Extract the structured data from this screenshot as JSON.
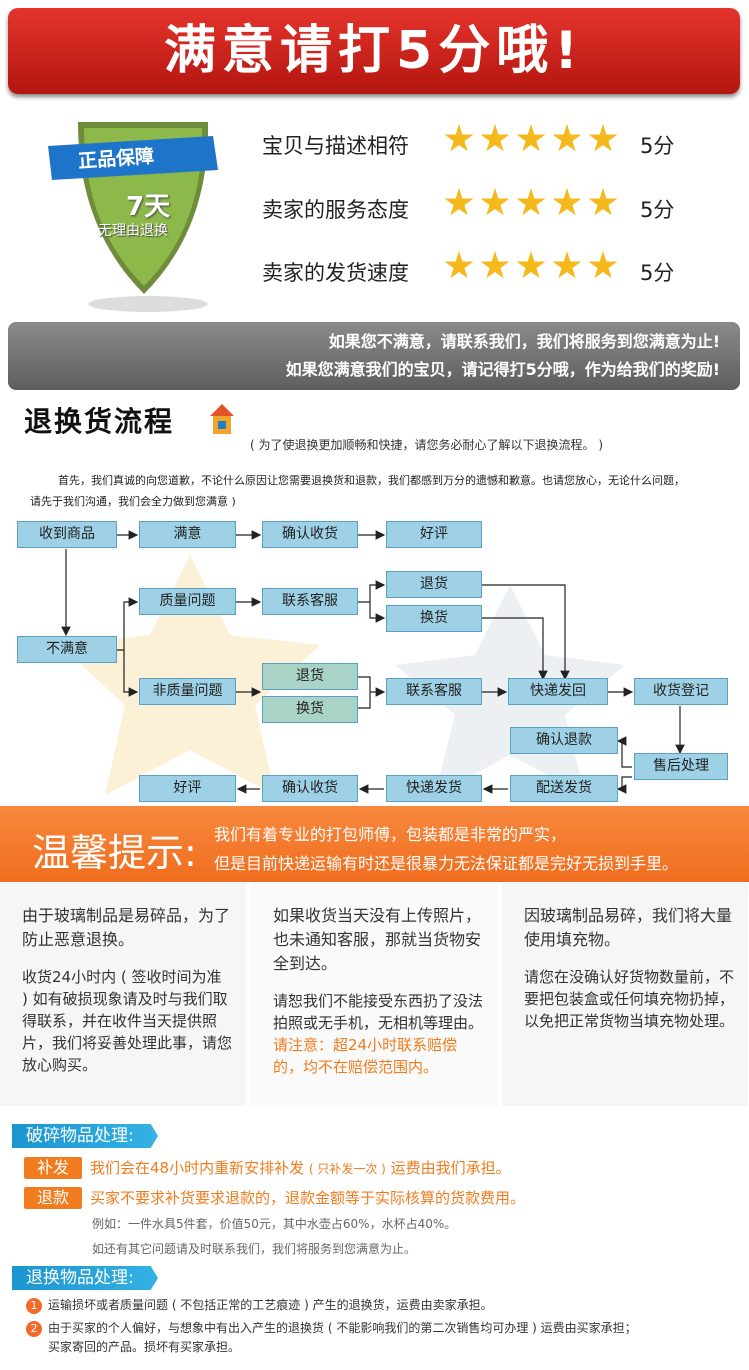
{
  "banner": {
    "title": "满意请打5分哦!"
  },
  "shield": {
    "line1": "正品保障",
    "line2": "7天",
    "line3": "无理由退换"
  },
  "ratings": [
    {
      "label": "宝贝与描述相符",
      "stars": 5,
      "score": "5分"
    },
    {
      "label": "卖家的服务态度",
      "stars": 5,
      "score": "5分"
    },
    {
      "label": "卖家的发货速度",
      "stars": 5,
      "score": "5分"
    }
  ],
  "notice": {
    "line1": "如果您不满意，请联系我们，我们将服务到您满意为止!",
    "line2": "如果您满意我们的宝贝，请记得打5分哦，作为给我们的奖励!"
  },
  "process": {
    "title": "退换货流程",
    "subtitle": "( 为了使退换更加顺畅和快捷，请您务必耐心了解以下退换流程。 )",
    "intro": "首先，我们真诚的向您道歉，不论什么原因让您需要退换货和退款，我们都感到万分的遗憾和歉意。也请您放心，无论什么问题，请先于我们沟通，我们会全力做到您满意 )"
  },
  "flow": {
    "received": "收到商品",
    "satisfied": "满意",
    "confirm1": "确认收货",
    "review1": "好评",
    "unsatisfied": "不满意",
    "quality": "质量问题",
    "contact1": "联系客服",
    "return1": "退货",
    "exchange1": "换货",
    "nonquality": "非质量问题",
    "return2": "退货",
    "exchange2": "换货",
    "contact2": "联系客服",
    "ship_back": "快递发回",
    "register": "收货登记",
    "confirm_refund": "确认退款",
    "after_sale": "售后处理",
    "deliver": "配送发货",
    "express_ship": "快递发货",
    "confirm2": "确认收货",
    "review2": "好评"
  },
  "tips": {
    "title": "温馨提示:",
    "line1": "我们有着专业的打包师傅，包装都是非常的严实，",
    "line2": "但是目前快递运输有时还是很暴力无法保证都是完好无损到手里。",
    "col1": {
      "head": "由于玻璃制品是易碎品，为了防止恶意退换。",
      "body": "收货24小时内 ( 签收时间为准 ) 如有破损现象请及时与我们取得联系，并在收件当天提供照片，我们将妥善处理此事，请您放心购买。"
    },
    "col2": {
      "head": "如果收货当天没有上传照片，也未通知客服，那就当货物安全到达。",
      "body": "请恕我们不能接受东西扔了没法拍照或无手机，无相机等理由。",
      "warn": "请注意：超24小时联系赔偿的，均不在赔偿范围内。"
    },
    "col3": {
      "head": "因玻璃制品易碎，我们将大量使用填充物。",
      "body": "请您在没确认好货物数量前，不要把包装盒或任何填充物扔掉，以免把正常货物当填充物处理。"
    }
  },
  "broken": {
    "title": "破碎物品处理:",
    "reissue_tag": "补发",
    "reissue_text": "我们会在48小时内重新安排补发",
    "reissue_note": "( 只补发一次 )",
    "reissue_end": "运费由我们承担。",
    "refund_tag": "退款",
    "refund_text": "买家不要求补货要求退款的，退款金额等于实际核算的货款费用。",
    "example": "例如：一件水具5件套，价值50元，其中水壶占60%，水杯占40%。",
    "other": "如还有其它问题请及时联系我们，我们将服务到您满意为止。"
  },
  "returns": {
    "title": "退换物品处理:",
    "item1": "运输损坏或者质量问题 ( 不包括正常的工艺痕迹 ) 产生的退换货，运费由卖家承担。",
    "item2a": "由于买家的个人偏好，与想象中有出入产生的退换货 ( 不能影响我们的第二次销售均可办理 ) 运费由买家承担；",
    "item2b": "买家寄回的产品。损坏有买家承担。"
  }
}
